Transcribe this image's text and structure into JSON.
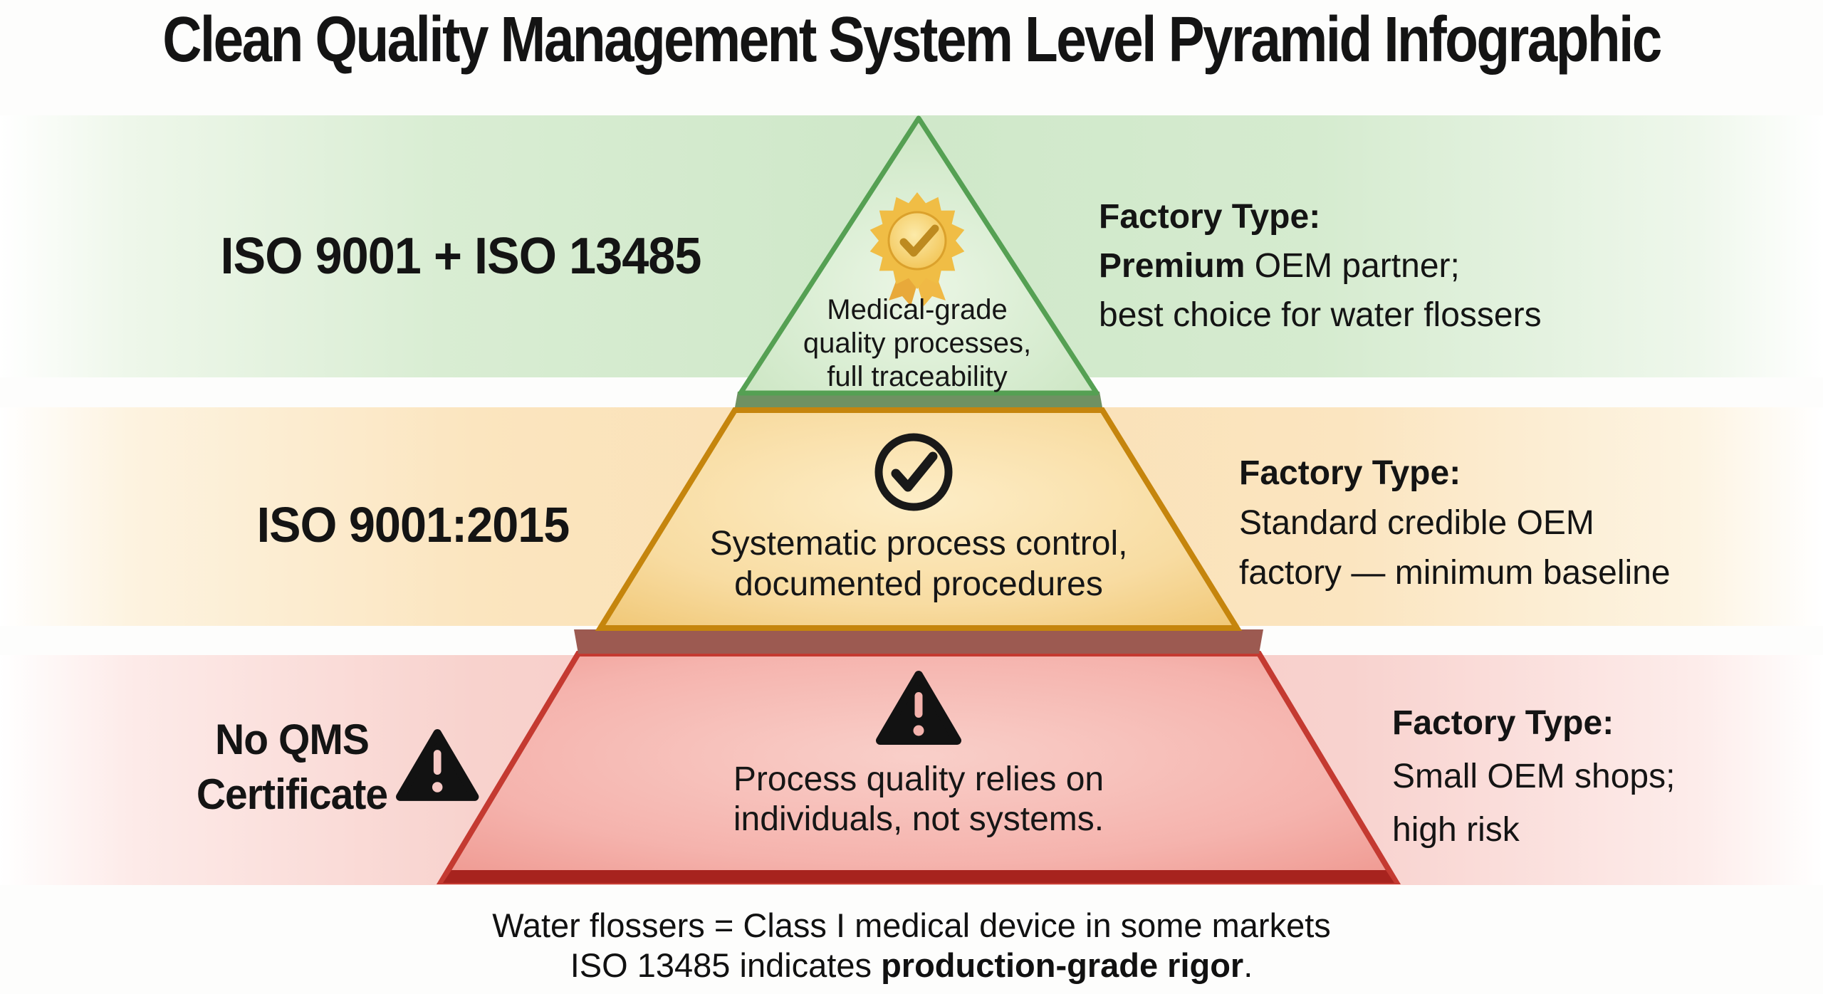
{
  "title": "Clean Quality Management System Level Pyramid Infographic",
  "tiers": {
    "top": {
      "label": "ISO 9001 + ISO 13485",
      "icon": "medal-ribbon-icon",
      "pyramid_lines": [
        "Medical-grade",
        "quality processes,",
        "full traceability"
      ],
      "factory": {
        "heading": "Factory Type:",
        "line2_bold": "Premium",
        "line2_rest": " OEM partner;",
        "line3": "best choice for water flossers"
      },
      "colors": {
        "band": "#cfe8c9",
        "fill": "#d7ecd0",
        "border": "#55a053"
      }
    },
    "middle": {
      "label": "ISO 9001:2015",
      "icon": "check-circle-icon",
      "pyramid_lines": [
        "Systematic process control,",
        "documented procedures"
      ],
      "factory": {
        "heading": "Factory Type:",
        "line2": "Standard credible OEM",
        "line3": "factory — minimum baseline"
      },
      "colors": {
        "band": "#fae0b4",
        "fill": "#f8dca2",
        "border": "#c5850d"
      }
    },
    "bottom": {
      "label_lines": [
        "No QMS",
        "Certificate"
      ],
      "icon": "warning-triangle-icon",
      "pyramid_lines": [
        "Process quality relies on",
        "individuals, not systems."
      ],
      "factory": {
        "heading": "Factory Type:",
        "line2": "Small OEM shops;",
        "line3": "high risk"
      },
      "colors": {
        "band": "#f6c9c4",
        "fill": "#f5b5af",
        "border": "#c43a31"
      }
    }
  },
  "footer": {
    "line1": "Water flossers = Class I medical device in some markets",
    "line2_prefix": "ISO 13485 indicates ",
    "line2_bold": "production-grade rigor",
    "line2_suffix": "."
  }
}
